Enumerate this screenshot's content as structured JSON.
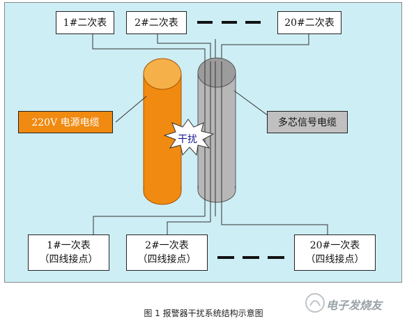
{
  "top_meters": [
    {
      "label": "1#二次表"
    },
    {
      "label": "2#二次表"
    },
    {
      "label": "20#二次表"
    }
  ],
  "bottom_meters": [
    {
      "label": "1#一次表",
      "sub": "（四线接点）"
    },
    {
      "label": "2#一次表",
      "sub": "（四线接点）"
    },
    {
      "label": "20#一次表",
      "sub": "（四线接点）"
    }
  ],
  "power_cable_label": "220V 电源电缆",
  "signal_cable_label": "多芯信号电缆",
  "interference_label": "干扰",
  "caption": "图 1 报警器干扰系统结构示意图",
  "watermark": "电子发烧友",
  "colors": {
    "panel_bg": "#cdeef4",
    "power_cable": "#f08a10",
    "power_cable_top": "#f6b04a",
    "signal_cable": "#b7b7b7",
    "signal_cable_top": "#9c9c9c",
    "power_label_bg": "#f08a10",
    "signal_label_bg": "#c0c0c0",
    "interference_text": "#1a1a90"
  }
}
